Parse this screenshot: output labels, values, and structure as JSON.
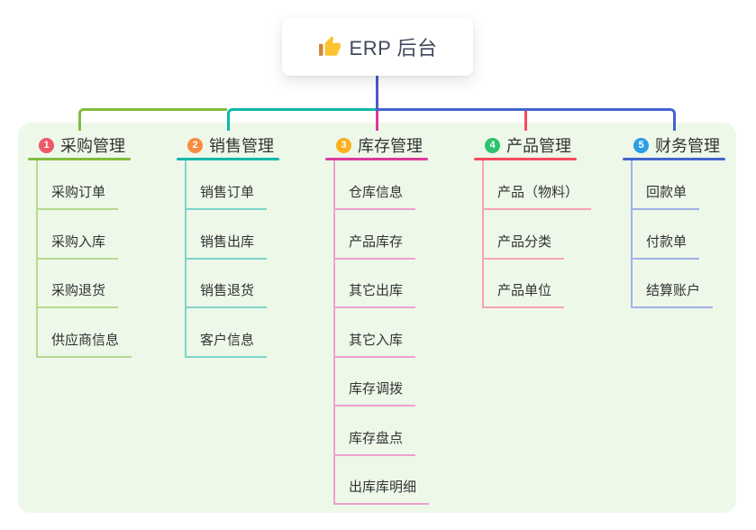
{
  "root": {
    "label": "ERP 后台",
    "icon": "thumbs-up"
  },
  "panel_color": "#edf8e9",
  "root_connector_color": "#4a5bc8",
  "branches": [
    {
      "num": "1",
      "title": "采购管理",
      "badge_color": "#ee5968",
      "line_color": "#82bd3f",
      "child_line_color": "#b5da8e",
      "children": [
        "采购订单",
        "采购入库",
        "采购退货",
        "供应商信息"
      ]
    },
    {
      "num": "2",
      "title": "销售管理",
      "badge_color": "#fa8c40",
      "line_color": "#10b7a7",
      "child_line_color": "#7ed5c9",
      "children": [
        "销售订单",
        "销售出库",
        "销售退货",
        "客户信息"
      ]
    },
    {
      "num": "3",
      "title": "库存管理",
      "badge_color": "#fbb01e",
      "line_color": "#da3a9d",
      "child_line_color": "#eea0d0",
      "children": [
        "仓库信息",
        "产品库存",
        "其它出库",
        "其它入库",
        "库存调拨",
        "库存盘点",
        "出库库明细"
      ]
    },
    {
      "num": "4",
      "title": "产品管理",
      "badge_color": "#2dc36f",
      "line_color": "#f7495d",
      "child_line_color": "#faa4ad",
      "children": [
        "产品（物料）",
        "产品分类",
        "产品单位"
      ]
    },
    {
      "num": "5",
      "title": "财务管理",
      "badge_color": "#2b9fe5",
      "line_color": "#4464cd",
      "child_line_color": "#9fb1e8",
      "children": [
        "回款单",
        "付款单",
        "结算账户"
      ]
    }
  ]
}
